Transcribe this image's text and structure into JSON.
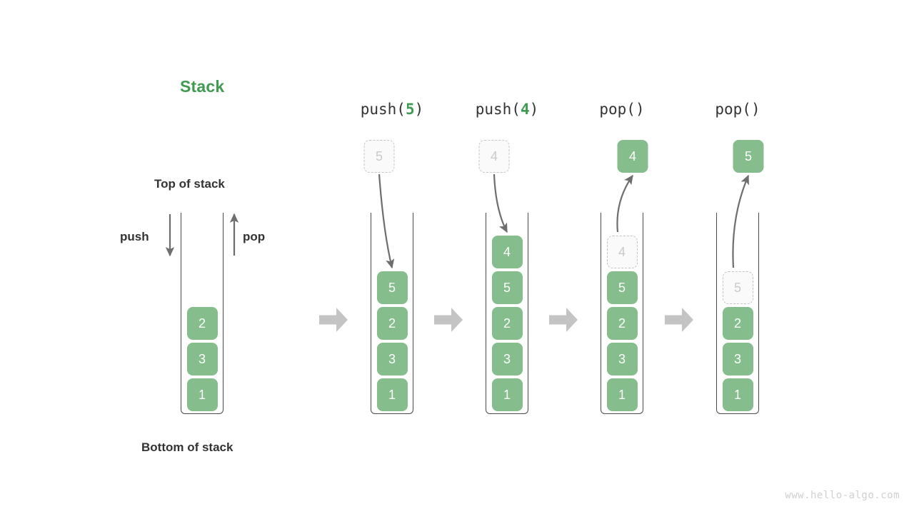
{
  "diagram": {
    "title": "Stack",
    "title_color": "#3f9b51",
    "cell_color": "#85bd8c",
    "ghost_color": "#c9c9c9",
    "arrow_color": "#6e6e6e",
    "flow_arrow_color": "#c4c4c4",
    "watermark": "www.hello-algo.com",
    "labels": {
      "top_of_stack": "Top of stack",
      "bottom_of_stack": "Bottom of stack",
      "push": "push",
      "pop": "pop"
    },
    "initial_stack": {
      "cells_bottom_to_top": [
        "1",
        "3",
        "2"
      ]
    },
    "steps": [
      {
        "op_name": "push",
        "op_arg": "5",
        "header_prefix": "push(",
        "header_suffix": ")",
        "float_value": "5",
        "float_style": "ghost",
        "arrow_direction": "down",
        "cells_bottom_to_top": [
          "1",
          "3",
          "2",
          "5"
        ],
        "ghost_top": false
      },
      {
        "op_name": "push",
        "op_arg": "4",
        "header_prefix": "push(",
        "header_suffix": ")",
        "float_value": "4",
        "float_style": "ghost",
        "arrow_direction": "down",
        "cells_bottom_to_top": [
          "1",
          "3",
          "2",
          "5",
          "4"
        ],
        "ghost_top": false
      },
      {
        "op_name": "pop",
        "op_arg": "",
        "header_prefix": "pop(",
        "header_suffix": ")",
        "float_value": "4",
        "float_style": "solid",
        "arrow_direction": "up",
        "cells_bottom_to_top": [
          "1",
          "3",
          "2",
          "5",
          "4"
        ],
        "ghost_top": true
      },
      {
        "op_name": "pop",
        "op_arg": "",
        "header_prefix": "pop(",
        "header_suffix": ")",
        "float_value": "5",
        "float_style": "solid",
        "arrow_direction": "up",
        "cells_bottom_to_top": [
          "1",
          "3",
          "2",
          "5"
        ],
        "ghost_top": true
      }
    ],
    "flow_arrows": 4
  }
}
